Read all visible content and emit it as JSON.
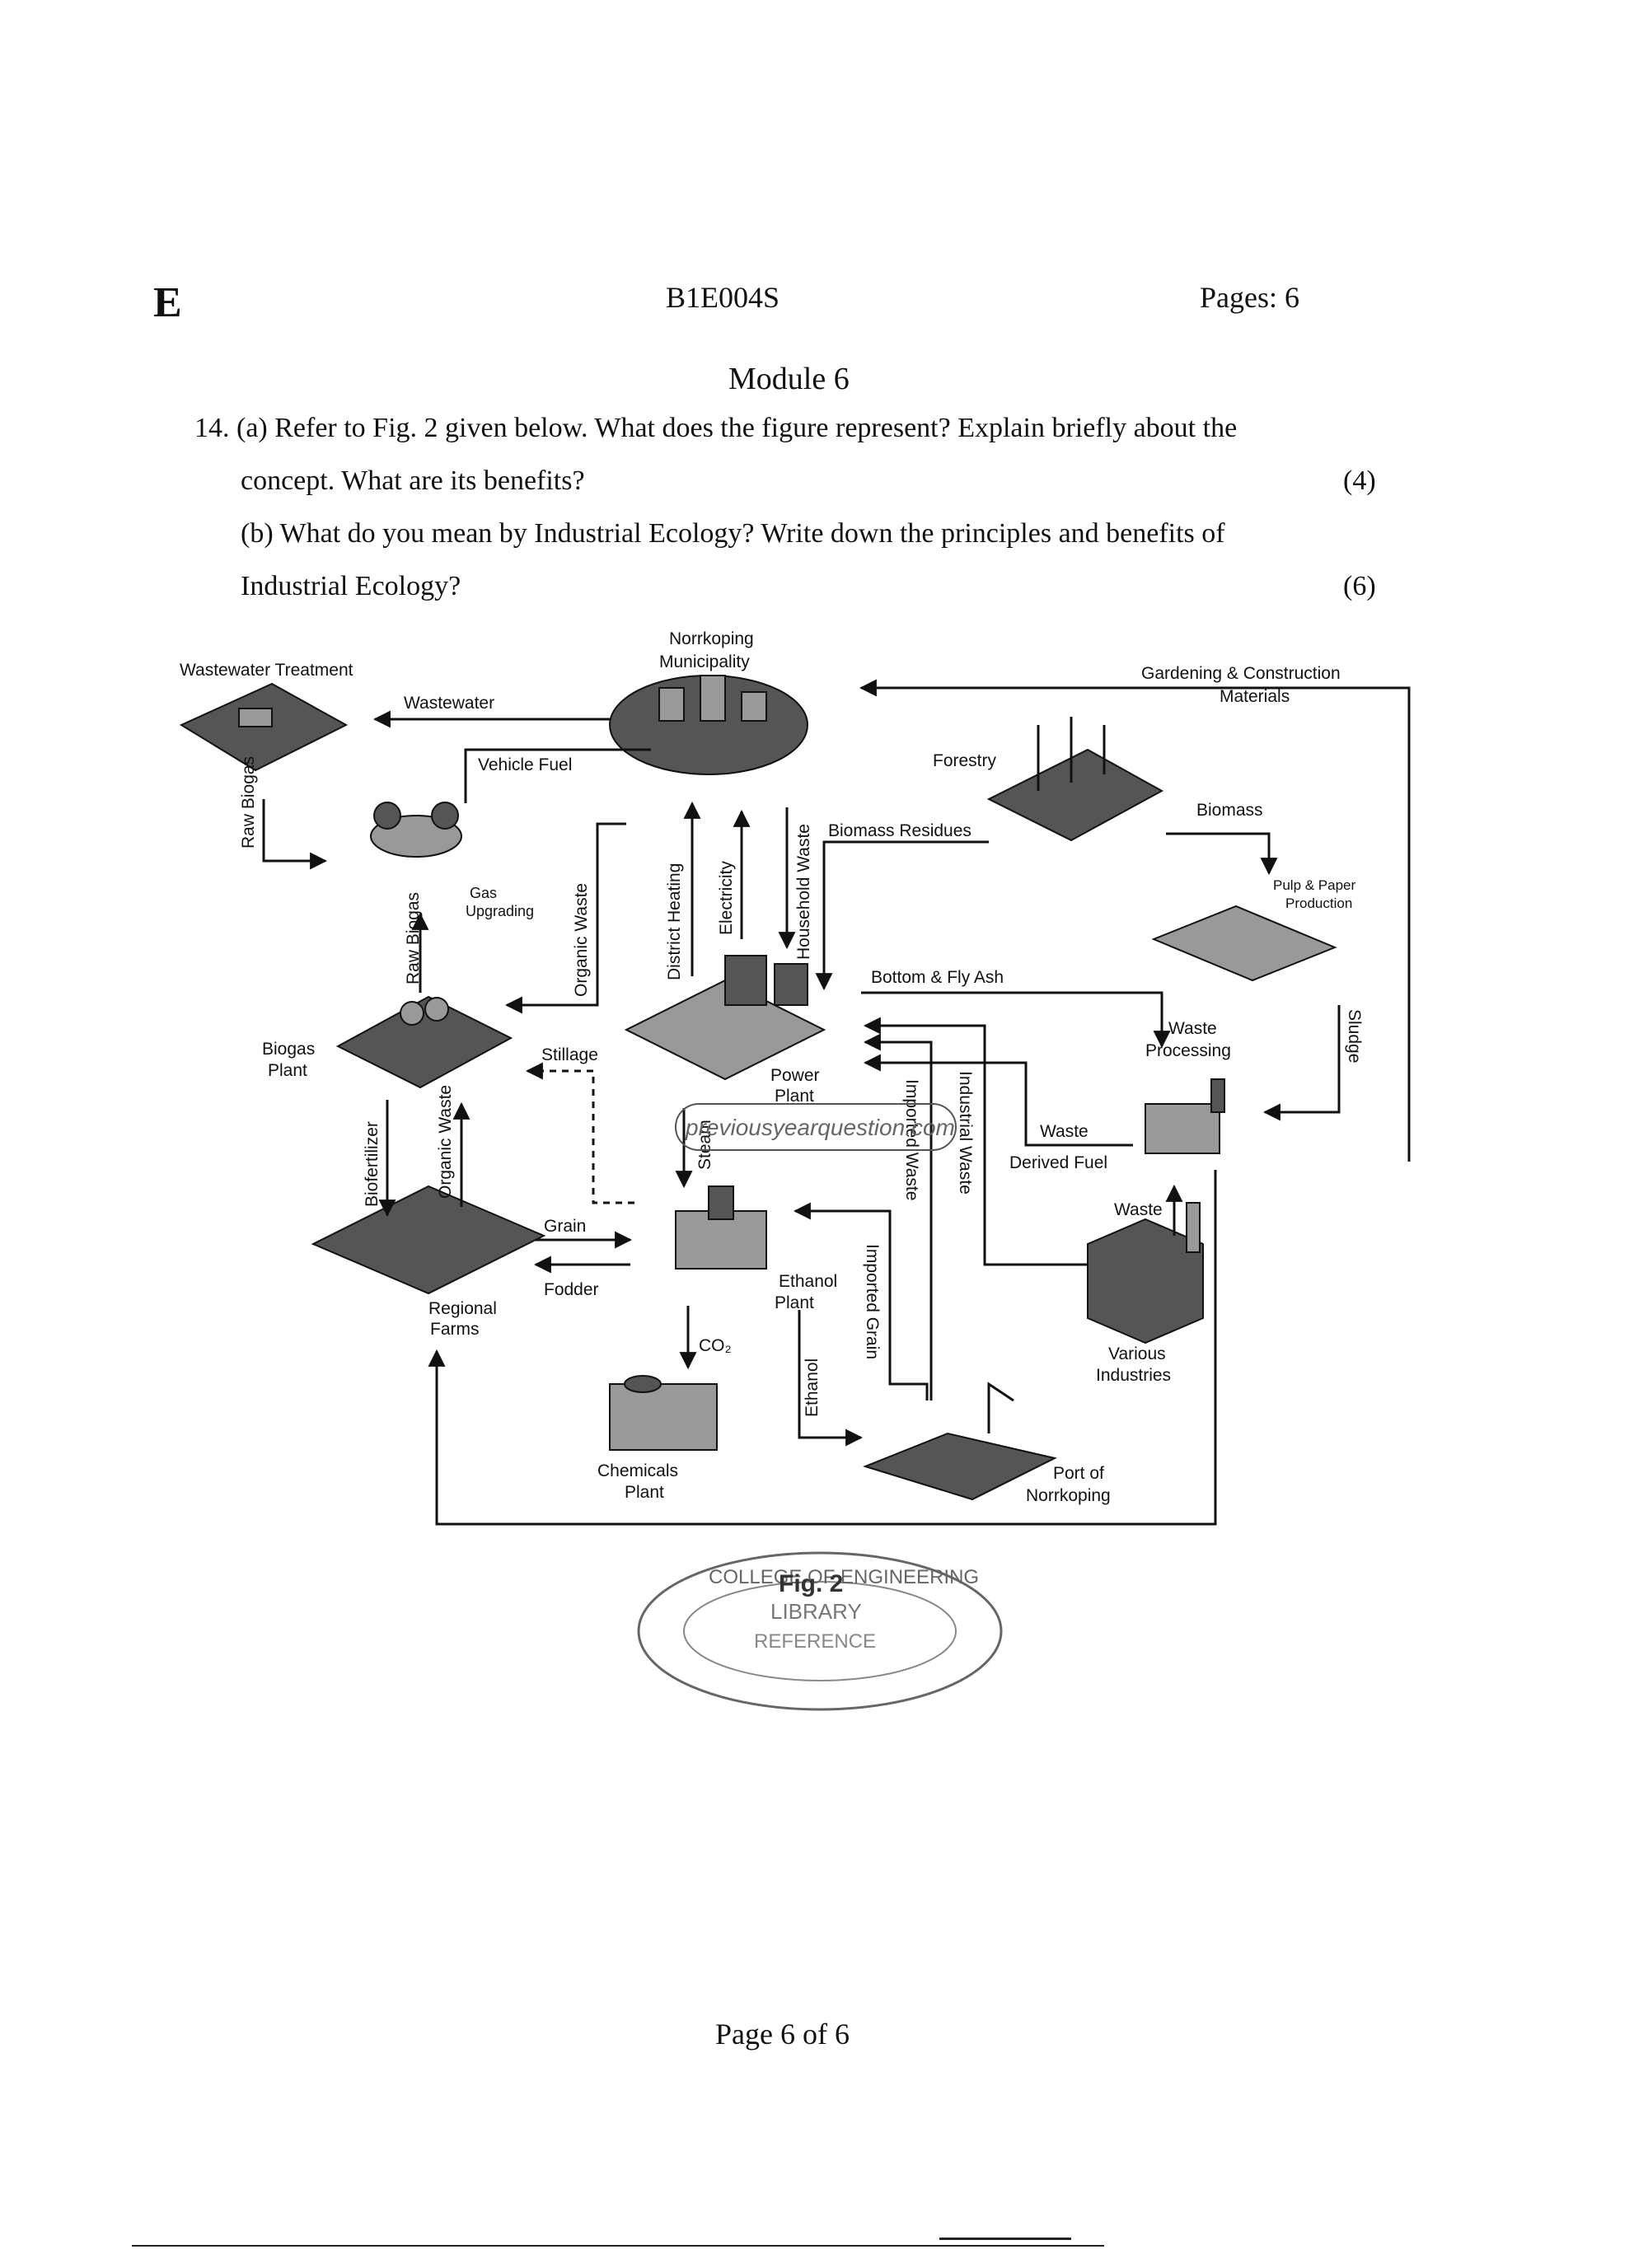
{
  "header": {
    "series": "E",
    "code": "B1E004S",
    "pages": "Pages: 6"
  },
  "module": "Module 6",
  "questions": {
    "q14a_line1": "14. (a) Refer to Fig. 2 given below. What does the figure represent? Explain briefly about the",
    "q14a_line2": "concept. What are its benefits?",
    "q14a_marks": "(4)",
    "q14b_line1": "(b) What do you mean by Industrial Ecology? Write down the principles and benefits of",
    "q14b_line2": "Industrial Ecology?",
    "q14b_marks": "(6)"
  },
  "diagram": {
    "nodes": {
      "wastewater_treatment": "Wastewater Treatment",
      "municipality_1": "Norrkoping",
      "municipality_2": "Municipality",
      "forestry": "Forestry",
      "pulp_1": "Pulp & Paper",
      "pulp_2": "Production",
      "gas_1": "Gas",
      "gas_2": "Upgrading",
      "biogas_1": "Biogas",
      "biogas_2": "Plant",
      "power_1": "Power",
      "power_2": "Plant",
      "waste_proc_1": "Waste",
      "waste_proc_2": "Processing",
      "farms_1": "Regional",
      "farms_2": "Farms",
      "ethanol_1": "Ethanol",
      "ethanol_2": "Plant",
      "industries_1": "Various",
      "industries_2": "Industries",
      "chemicals_1": "Chemicals",
      "chemicals_2": "Plant",
      "port_1": "Port of",
      "port_2": "Norrkoping"
    },
    "flows": {
      "wastewater": "Wastewater",
      "vehicle_fuel": "Vehicle Fuel",
      "raw_biogas": "Raw Biogas",
      "gardening_1": "Gardening & Construction",
      "gardening_2": "Materials",
      "biomass": "Biomass",
      "biomass_residues": "Biomass Residues",
      "organic_waste": "Organic Waste",
      "district_heating": "District Heating",
      "electricity": "Electricity",
      "household_waste": "Household Waste",
      "bottom_fly_ash": "Bottom & Fly Ash",
      "sludge": "Sludge",
      "stillage": "Stillage",
      "imported_waste": "Imported Waste",
      "industrial_waste": "Industrial Waste",
      "steam": "Steam",
      "waste": "Waste",
      "derived_fuel": "Derived Fuel",
      "biofertilizer": "Biofertilizer",
      "grain": "Grain",
      "fodder": "Fodder",
      "co2": "CO₂",
      "ethanol": "Ethanol",
      "imported_grain": "Imported Grain"
    },
    "watermark": "previousyearquestion.com",
    "stamp": {
      "line1": "COLLEGE OF ENGINEERING",
      "line2": "LIBRARY",
      "line3": "REFERENCE"
    },
    "fig_label": "Fig. 2"
  },
  "footer": "Page 6 of 6"
}
